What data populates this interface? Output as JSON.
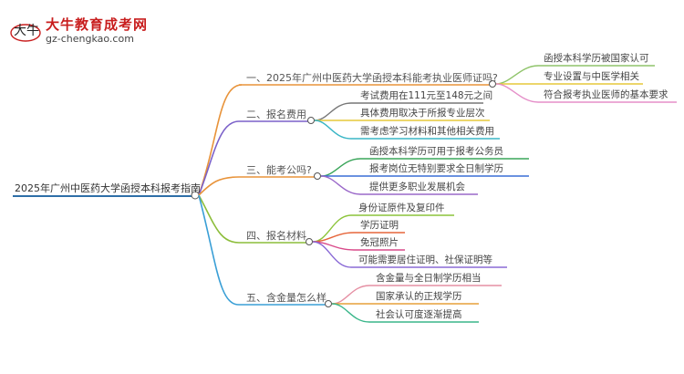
{
  "logo": {
    "title": "大牛教育成考网",
    "url": "gz-chengkao.com",
    "mark_text": "大牛"
  },
  "root": {
    "label": "2025年广州中医药大学函授本科报考指南"
  },
  "branches": [
    {
      "label": "一、2025年广州中医药大学函授本科能考执业医师证吗?",
      "color": "#e8933a",
      "children": [
        {
          "label": "函授本科学历被国家认可",
          "color": "#8fc46a"
        },
        {
          "label": "专业设置与中医学相关",
          "color": "#e6c93a"
        },
        {
          "label": "符合报考执业医师的基本要求",
          "color": "#e58fc9"
        }
      ]
    },
    {
      "label": "二、报名费用",
      "color": "#7b61c9",
      "children": [
        {
          "label": "考试费用在111元至148元之间",
          "color": "#777777"
        },
        {
          "label": "具体费用取决于所报专业层次",
          "color": "#e6c93a"
        },
        {
          "label": "需考虑学习材料和其他相关费用",
          "color": "#3ab6c6"
        }
      ]
    },
    {
      "label": "三、能考公吗?",
      "color": "#e8933a",
      "children": [
        {
          "label": "函授本科学历可用于报考公务员",
          "color": "#3aa55a"
        },
        {
          "label": "报考岗位无特别要求全日制学历",
          "color": "#3a6fd6"
        },
        {
          "label": "提供更多职业发展机会",
          "color": "#9a68c9"
        }
      ]
    },
    {
      "label": "四、报名材料",
      "color": "#8cbd3a",
      "children": [
        {
          "label": "身份证原件及复印件",
          "color": "#8cc43a"
        },
        {
          "label": "学历证明",
          "color": "#e6653a"
        },
        {
          "label": "免冠照片",
          "color": "#d94a8a"
        },
        {
          "label": "可能需要居住证明、社保证明等",
          "color": "#8a6ad6"
        }
      ]
    },
    {
      "label": "五、含金量怎么样",
      "color": "#3a9fd6",
      "children": [
        {
          "label": "含金量与全日制学历相当",
          "color": "#e58fa3"
        },
        {
          "label": "国家承认的正规学历",
          "color": "#e6a03a"
        },
        {
          "label": "社会认可度逐渐提高",
          "color": "#3ab68a"
        }
      ]
    }
  ]
}
